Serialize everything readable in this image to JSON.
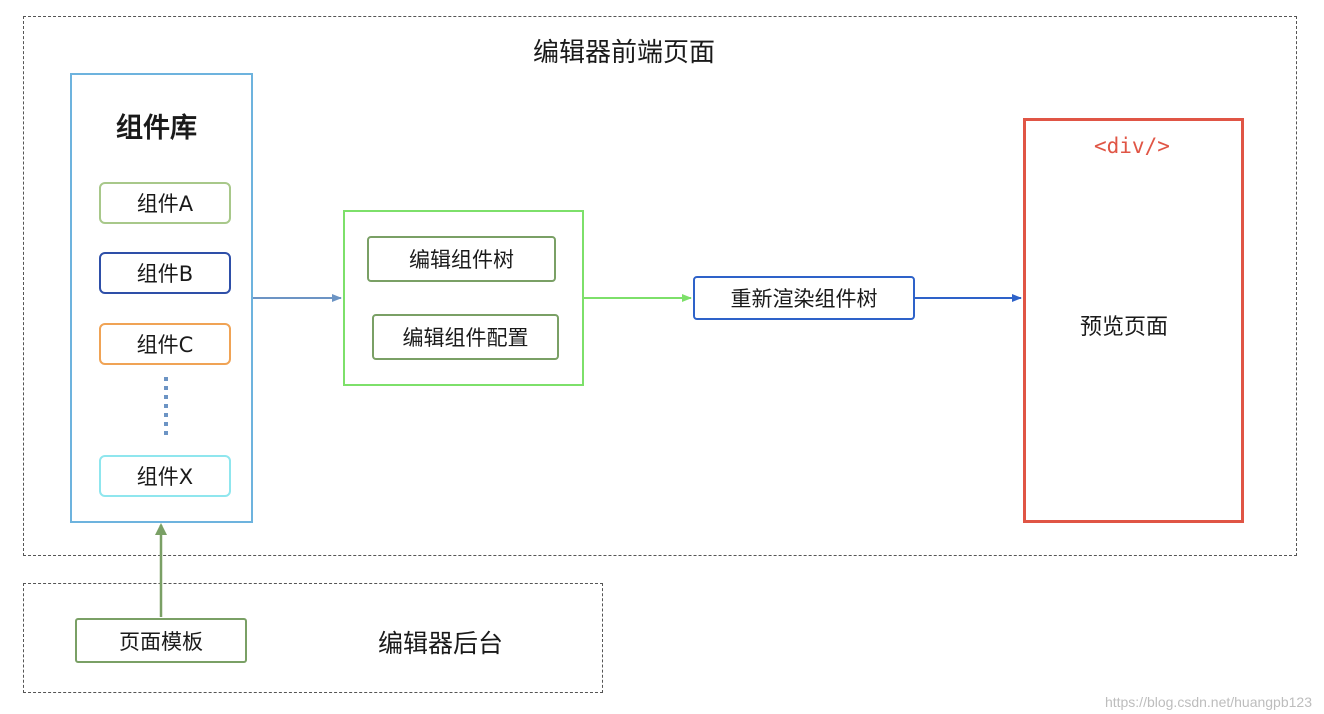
{
  "frontend": {
    "title": "编辑器前端页面"
  },
  "library": {
    "title": "组件库",
    "items": [
      "组件A",
      "组件B",
      "组件C",
      "组件X"
    ]
  },
  "editor": {
    "items": [
      "编辑组件树",
      "编辑组件配置"
    ]
  },
  "rerender": {
    "label": "重新渲染组件树"
  },
  "preview": {
    "tag": "<div/>",
    "label": "预览页面"
  },
  "backend": {
    "title": "编辑器后台",
    "template": "页面模板"
  },
  "watermark": "https://blog.csdn.net/huangpb123",
  "colors": {
    "library_border": "#6db3de",
    "editor_border": "#7de06a",
    "rerender_border": "#2e62c9",
    "preview_border": "#e05545",
    "tag_color": "#e05545",
    "template_border": "#7aa065"
  }
}
